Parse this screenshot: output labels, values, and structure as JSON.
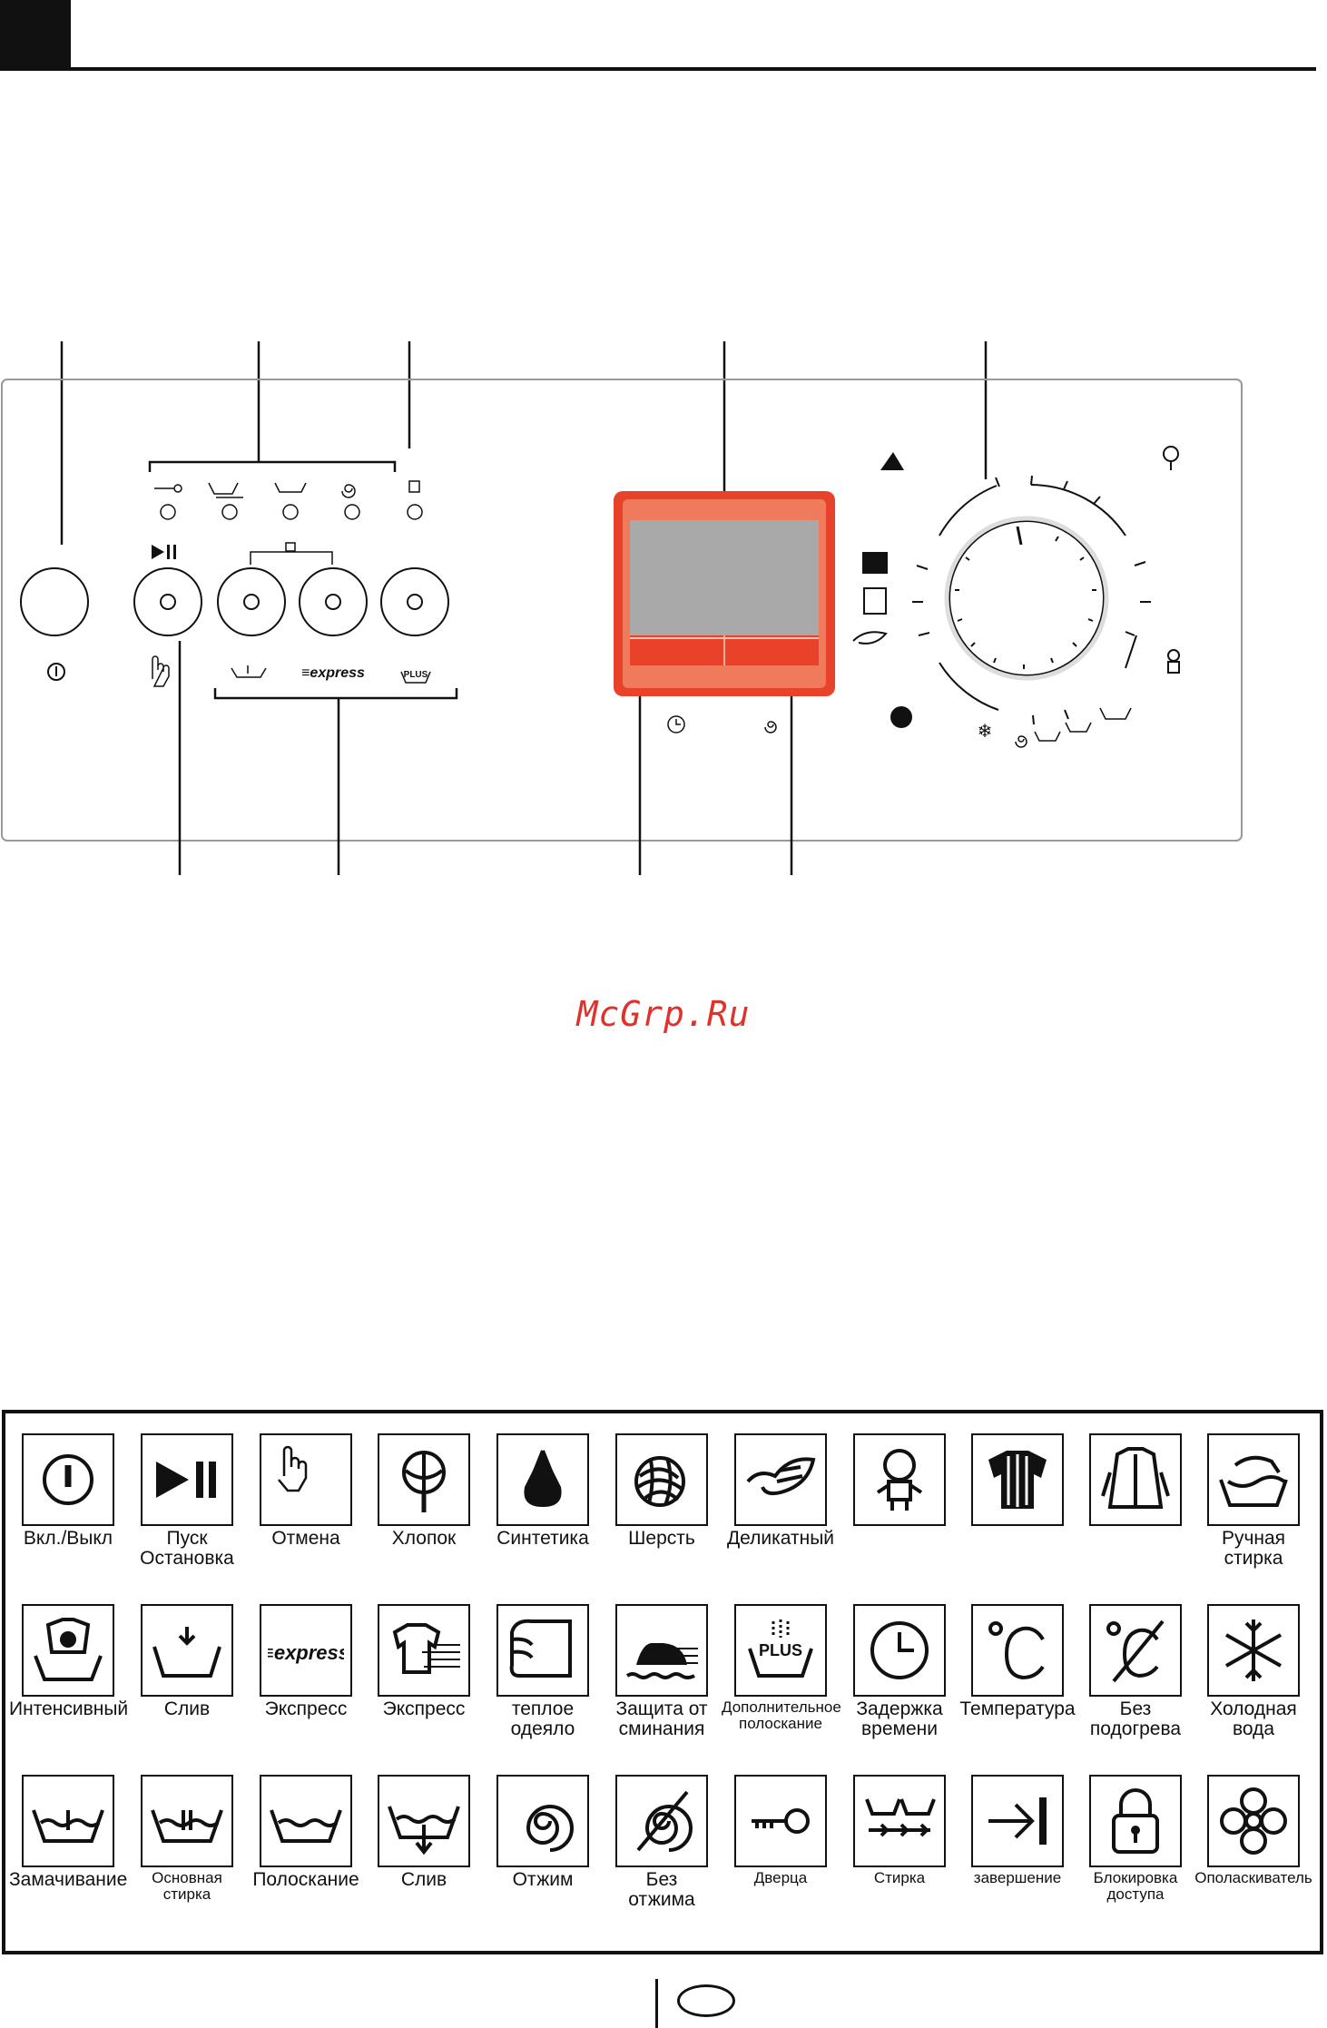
{
  "watermark": "McGrp.Ru",
  "colors": {
    "display_frame": "#e8432a",
    "display_screen": "#a9a9a9",
    "watermark": "#e0312a"
  },
  "legend": {
    "rows": [
      [
        {
          "icon": "power-icon",
          "label": "Вкл./Выкл"
        },
        {
          "icon": "play-pause-icon",
          "label": "Пуск\nОстановка"
        },
        {
          "icon": "hand-icon",
          "label": "Отмена"
        },
        {
          "icon": "cotton-icon",
          "label": "Хлопок"
        },
        {
          "icon": "synthetic-icon",
          "label": "Синтетика"
        },
        {
          "icon": "wool-icon",
          "label": "Шерсть"
        },
        {
          "icon": "delicate-icon",
          "label": "Деликатный"
        },
        {
          "icon": "baby-icon",
          "label": ""
        },
        {
          "icon": "shirt-striped-icon",
          "label": ""
        },
        {
          "icon": "shirt-icon",
          "label": ""
        },
        {
          "icon": "hand-wash-icon",
          "label": "Ручная\nстирка"
        }
      ],
      [
        {
          "icon": "intensive-icon",
          "label": "Интенсивный"
        },
        {
          "icon": "drain-icon",
          "label": "Слив"
        },
        {
          "icon": "express-icon",
          "label": "Экспресс"
        },
        {
          "icon": "express-shirt-icon",
          "label": "Экспресс"
        },
        {
          "icon": "blanket-icon",
          "label": "теплое\nодеяло"
        },
        {
          "icon": "iron-icon",
          "label": "Защита от\nсминания"
        },
        {
          "icon": "extra-rinse-icon",
          "label": "Дополнительное\nполоскание",
          "small": true
        },
        {
          "icon": "clock-icon",
          "label": "Задержка\nвремени"
        },
        {
          "icon": "celsius-icon",
          "label": "Температура"
        },
        {
          "icon": "no-heat-icon",
          "label": "Без\nподогрева"
        },
        {
          "icon": "snowflake-icon",
          "label": "Холодная\nвода"
        }
      ],
      [
        {
          "icon": "prewash-icon",
          "label": "Замачивание"
        },
        {
          "icon": "main-wash-icon",
          "label": "Основная\nстирка",
          "small": true
        },
        {
          "icon": "rinse-icon",
          "label": "Полоскание"
        },
        {
          "icon": "drain-tub-icon",
          "label": "Слив"
        },
        {
          "icon": "spin-icon",
          "label": "Отжим"
        },
        {
          "icon": "no-spin-icon",
          "label": "Без\nотжима"
        },
        {
          "icon": "key-icon",
          "label": "Дверца",
          "small": true
        },
        {
          "icon": "wash-steps-icon",
          "label": "Стирка",
          "small": true
        },
        {
          "icon": "finish-icon",
          "label": "завершение",
          "small": true
        },
        {
          "icon": "lock-icon",
          "label": "Блокировка\nдоступа",
          "small": true
        },
        {
          "icon": "softener-icon",
          "label": "Ополаскиватель",
          "small": true
        }
      ]
    ]
  }
}
